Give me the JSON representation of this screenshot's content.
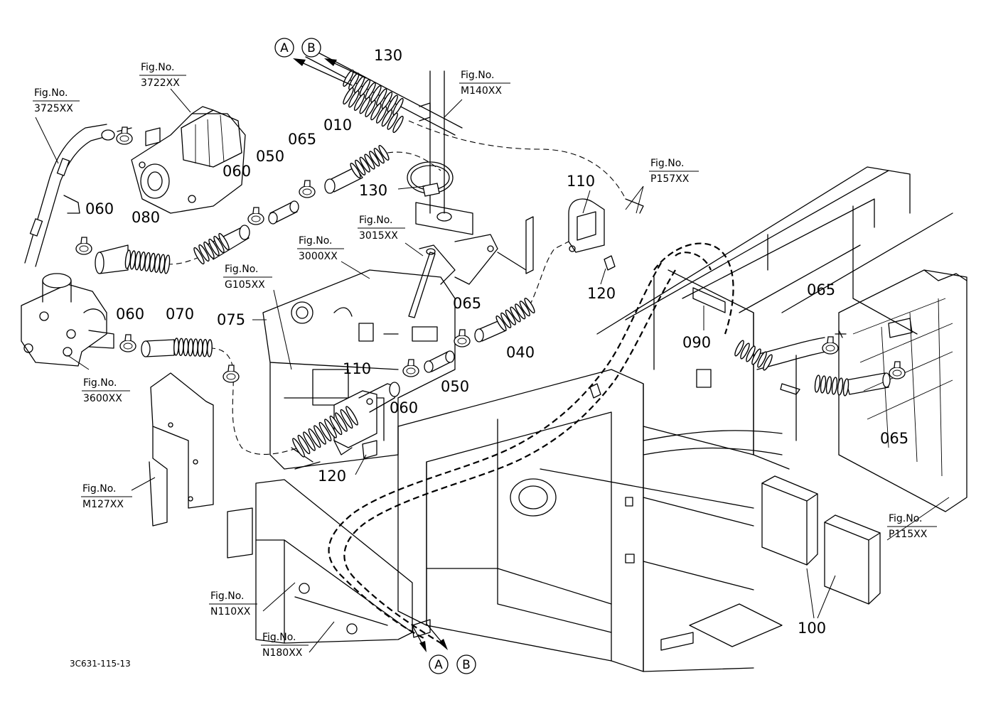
{
  "fig_refs": {
    "f3722": [
      "Fig.No.",
      "3722XX"
    ],
    "f3725": [
      "Fig.No.",
      "3725XX"
    ],
    "fM140": [
      "Fig.No.",
      "M140XX"
    ],
    "fP157": [
      "Fig.No.",
      "P157XX"
    ],
    "f3015": [
      "Fig.No.",
      "3015XX"
    ],
    "f3000": [
      "Fig.No.",
      "3000XX"
    ],
    "fG105": [
      "Fig.No.",
      "G105XX"
    ],
    "f3600": [
      "Fig.No.",
      "3600XX"
    ],
    "fM127": [
      "Fig.No.",
      "M127XX"
    ],
    "fP115": [
      "Fig.No.",
      "P115XX"
    ],
    "fN110": [
      "Fig.No.",
      "N110XX"
    ],
    "fN180": [
      "Fig.No.",
      "N180XX"
    ]
  },
  "parts": {
    "p130a": "130",
    "p130b": "130",
    "p010": "010",
    "p065a": "065",
    "p050a": "050",
    "p060a": "060",
    "p060b": "060",
    "p080": "080",
    "p110a": "110",
    "p120a": "120",
    "p060c": "060",
    "p070": "070",
    "p075": "075",
    "p065b": "065",
    "p040": "040",
    "p050b": "050",
    "p110b": "110",
    "p060d": "060",
    "p120b": "120",
    "p090": "090",
    "p065c": "065",
    "p065d": "065",
    "p100": "100"
  },
  "connectors": {
    "top_a": "A",
    "top_b": "B",
    "bottom_a": "A",
    "bottom_b": "B"
  },
  "drawing_code": "3C631-115-13"
}
